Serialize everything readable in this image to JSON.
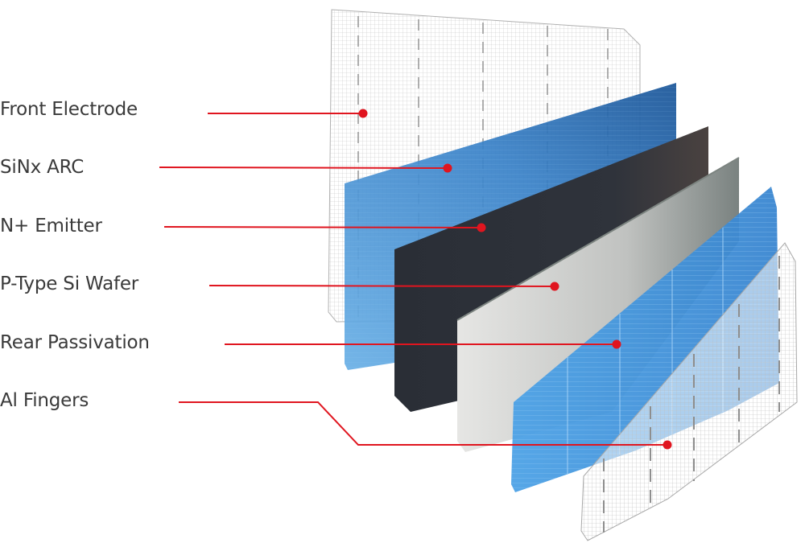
{
  "labels": [
    {
      "id": "front-electrode",
      "text": "Front Electrode"
    },
    {
      "id": "sinx-arc",
      "text": "SiNx ARC"
    },
    {
      "id": "n-emitter",
      "text": "N+ Emitter"
    },
    {
      "id": "p-type-wafer",
      "text": "P-Type Si Wafer"
    },
    {
      "id": "rear-passivation",
      "text": "Rear Passivation"
    },
    {
      "id": "al-fingers",
      "text": "Al Fingers"
    }
  ],
  "colors": {
    "leader_line": "#e0151f",
    "label_text": "#3a3a3a",
    "front_electrode_grid": "#b8b8b8",
    "sinx_arc_blue": "#3a82c8",
    "n_emitter_dark": "#2c3038",
    "p_type_wafer_gray": "#c8cac8",
    "rear_passivation_blue": "#3d8fd6",
    "al_fingers_grid": "#b0b0b0"
  }
}
